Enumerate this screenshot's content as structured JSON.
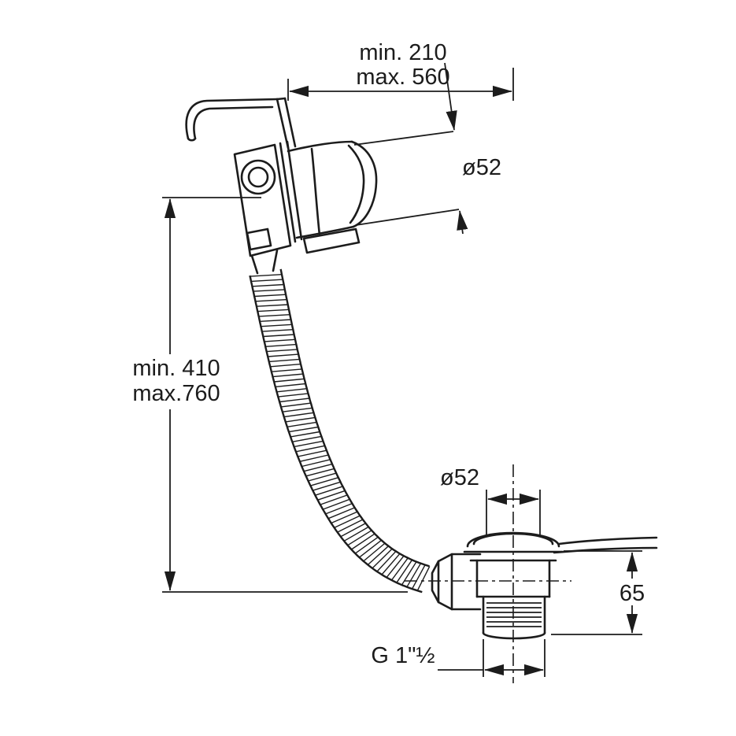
{
  "colors": {
    "line": "#1c1c1c",
    "background": "#ffffff"
  },
  "annotations": {
    "width_min": "min. 210",
    "width_max": "max. 560",
    "knob_diameter": "ø52",
    "height_min": "min. 410",
    "height_max": "max.760",
    "drain_diameter": "ø52",
    "drain_height": "65",
    "thread_size": "G 1\"½"
  }
}
